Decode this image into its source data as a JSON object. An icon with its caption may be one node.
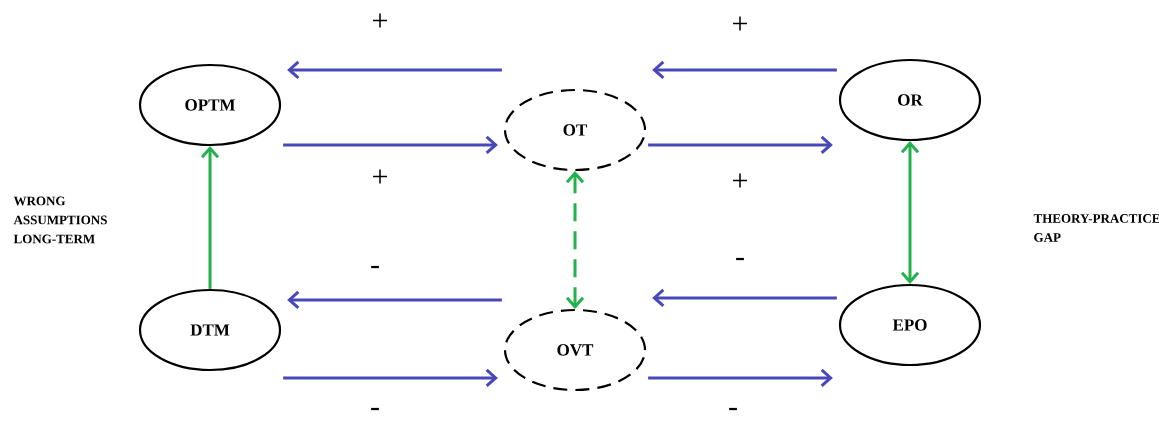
{
  "diagram": {
    "nodes": [
      {
        "text": [
          "OPTM"
        ]
      },
      {
        "text": [
          "OT"
        ]
      },
      {
        "text": [
          "OR"
        ]
      },
      {
        "text": [
          "DTM"
        ]
      },
      {
        "text": [
          "OVT"
        ]
      },
      {
        "text": [
          "EPO"
        ]
      }
    ],
    "edges": [
      {
        "from": 1,
        "to": 0,
        "arrow": "to",
        "label": "+"
      },
      {
        "from": 0,
        "to": 1,
        "arrow": "to",
        "label": "+"
      },
      {
        "from": 2,
        "to": 1,
        "arrow": "to",
        "label": "+"
      },
      {
        "from": 1,
        "to": 2,
        "arrow": "to",
        "label": "+"
      },
      {
        "from": 4,
        "to": 3,
        "arrow": "to",
        "label": "-"
      },
      {
        "from": 3,
        "to": 4,
        "arrow": "to",
        "label": "-"
      },
      {
        "from": 5,
        "to": 4,
        "arrow": "to",
        "label": "-"
      },
      {
        "from": 4,
        "to": 5,
        "arrow": "to",
        "label": "-"
      },
      {
        "from": 3,
        "to": 0,
        "arrow": "to",
        "color": "#22b14c"
      },
      {
        "from": 4,
        "to": 1,
        "arrow": "both",
        "style": "dashed",
        "color": "#22b14c"
      },
      {
        "from": 5,
        "to": 2,
        "arrow": "both",
        "color": "#22b14c"
      }
    ],
    "labels": [
      "WRONG ASSUMPTIONS LONG-TERM",
      "THEORY-PRACTICE GAP"
    ]
  }
}
